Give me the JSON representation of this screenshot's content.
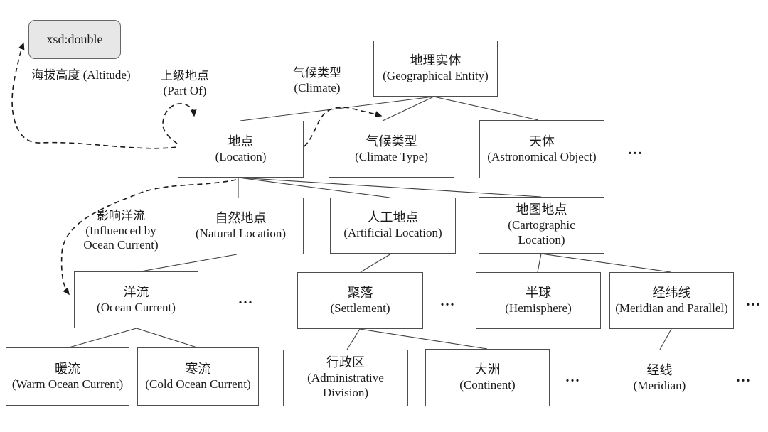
{
  "datatype": {
    "label": "xsd:double"
  },
  "nodes": [
    {
      "zh": "地理实体",
      "en": "(Geographical Entity)"
    },
    {
      "zh": "地点",
      "en": "(Location)"
    },
    {
      "zh": "气候类型",
      "en": "(Climate Type)"
    },
    {
      "zh": "天体",
      "en": "(Astronomical Object)"
    },
    {
      "zh": "自然地点",
      "en": "(Natural Location)"
    },
    {
      "zh": "人工地点",
      "en": "(Artificial Location)"
    },
    {
      "zh": "地图地点",
      "en": "(Cartographic Location)"
    },
    {
      "zh": "洋流",
      "en": "(Ocean Current)"
    },
    {
      "zh": "聚落",
      "en": "(Settlement)"
    },
    {
      "zh": "半球",
      "en": "(Hemisphere)"
    },
    {
      "zh": "经纬线",
      "en": "(Meridian and Parallel)"
    },
    {
      "zh": "暖流",
      "en": "(Warm Ocean Current)"
    },
    {
      "zh": "寒流",
      "en": "(Cold Ocean Current)"
    },
    {
      "zh": "行政区",
      "en": "(Administrative Division)"
    },
    {
      "zh": "大洲",
      "en": "(Continent)"
    },
    {
      "zh": "经线",
      "en": "(Meridian)"
    }
  ],
  "edge_labels": {
    "altitude": {
      "zh": "海拔高度",
      "en": "(Altitude)"
    },
    "part_of": {
      "zh": "上级地点",
      "en": "(Part Of)"
    },
    "climate": {
      "zh": "气候类型",
      "en": "(Climate)"
    },
    "influenced": {
      "zh": "影响洋流",
      "en": "(Influenced by Ocean Current)"
    }
  },
  "ellipsis": "...",
  "colors": {
    "datatype_fill": "#e7e7e7",
    "line": "#3f3f3f"
  }
}
